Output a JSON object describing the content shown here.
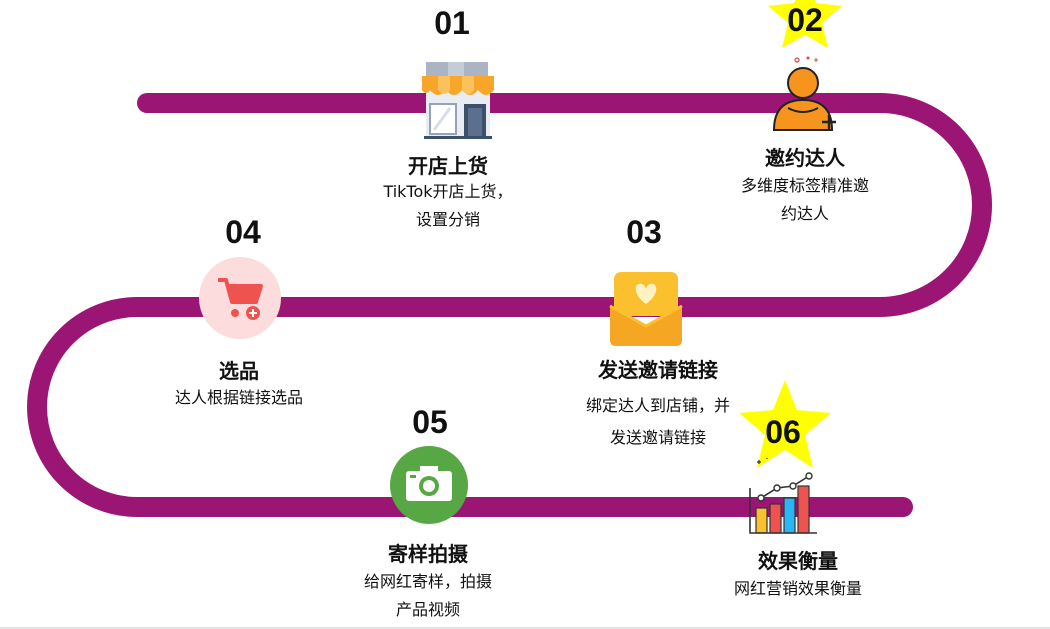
{
  "colors": {
    "path": "#9b1674",
    "star": "#ffff00",
    "text": "#111111"
  },
  "steps": [
    {
      "number": "01",
      "title": "开店上货",
      "desc": [
        "TikTok开店上货，",
        "设置分销"
      ],
      "icon": "storefront-icon"
    },
    {
      "number": "02",
      "title": "邀约达人",
      "desc": [
        "多维度标签精准邀",
        "约达人"
      ],
      "icon": "add-user-icon"
    },
    {
      "number": "03",
      "title": "发送邀请链接",
      "desc": [
        "绑定达人到店铺，并",
        "发送邀请链接"
      ],
      "icon": "envelope-heart-icon"
    },
    {
      "number": "04",
      "title": "选品",
      "desc": [
        "达人根据链接选品"
      ],
      "icon": "shopping-cart-icon"
    },
    {
      "number": "05",
      "title": "寄样拍摄",
      "desc": [
        "给网红寄样，拍摄",
        "产品视频"
      ],
      "icon": "camera-icon"
    },
    {
      "number": "06",
      "title": "效果衡量",
      "desc": [
        "网红营销效果衡量"
      ],
      "icon": "bar-chart-icon"
    }
  ]
}
